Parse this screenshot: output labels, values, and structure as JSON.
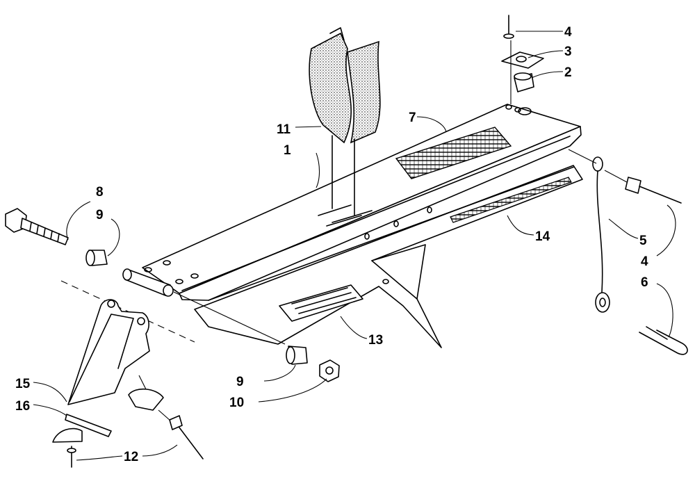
{
  "callouts": [
    {
      "id": "1",
      "label": "1"
    },
    {
      "id": "2",
      "label": "2"
    },
    {
      "id": "3",
      "label": "3"
    },
    {
      "id": "4a",
      "label": "4"
    },
    {
      "id": "4b",
      "label": "4"
    },
    {
      "id": "5",
      "label": "5"
    },
    {
      "id": "6",
      "label": "6"
    },
    {
      "id": "7",
      "label": "7"
    },
    {
      "id": "8",
      "label": "8"
    },
    {
      "id": "9a",
      "label": "9"
    },
    {
      "id": "9b",
      "label": "9"
    },
    {
      "id": "10",
      "label": "10"
    },
    {
      "id": "11",
      "label": "11"
    },
    {
      "id": "12",
      "label": "12"
    },
    {
      "id": "13",
      "label": "13"
    },
    {
      "id": "14",
      "label": "14"
    },
    {
      "id": "15",
      "label": "15"
    },
    {
      "id": "16",
      "label": "16"
    }
  ]
}
